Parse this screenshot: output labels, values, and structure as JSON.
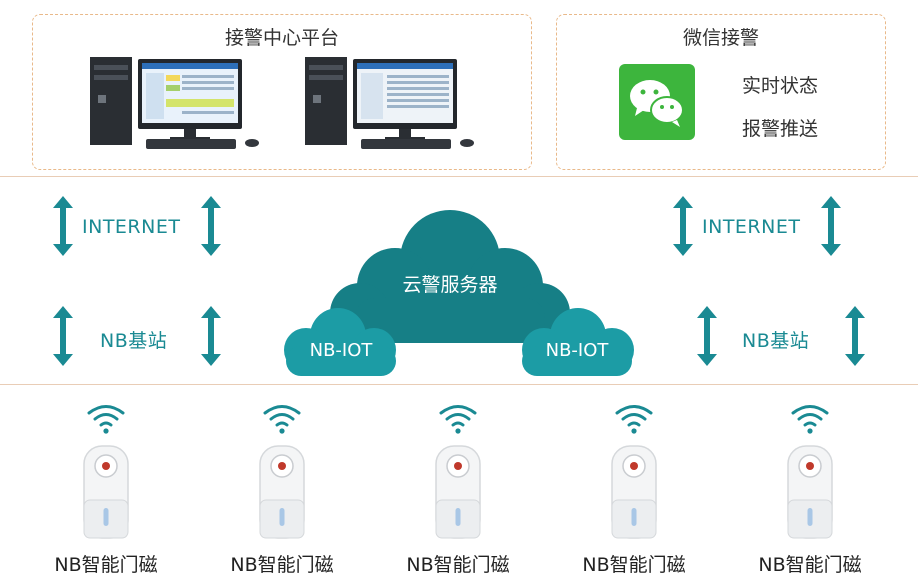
{
  "top": {
    "center_platform": {
      "title": "接警中心平台"
    },
    "wechat": {
      "title": "微信接警",
      "items": [
        "实时状态",
        "报警推送"
      ]
    }
  },
  "network": {
    "left": {
      "internet": "INTERNET",
      "base": "NB基站"
    },
    "right": {
      "internet": "INTERNET",
      "base": "NB基站"
    }
  },
  "cloud": {
    "main": "云警服务器",
    "left": "NB-IOT",
    "right": "NB-IOT"
  },
  "devices": [
    {
      "label": "NB智能门磁"
    },
    {
      "label": "NB智能门磁"
    },
    {
      "label": "NB智能门磁"
    },
    {
      "label": "NB智能门磁"
    },
    {
      "label": "NB智能门磁"
    }
  ],
  "colors": {
    "accent": "#1a8a93",
    "cloud": "#167f86",
    "cloud_light": "#1c9ca5",
    "dashed": "#e9b98a",
    "wechat": "#3db53d"
  }
}
